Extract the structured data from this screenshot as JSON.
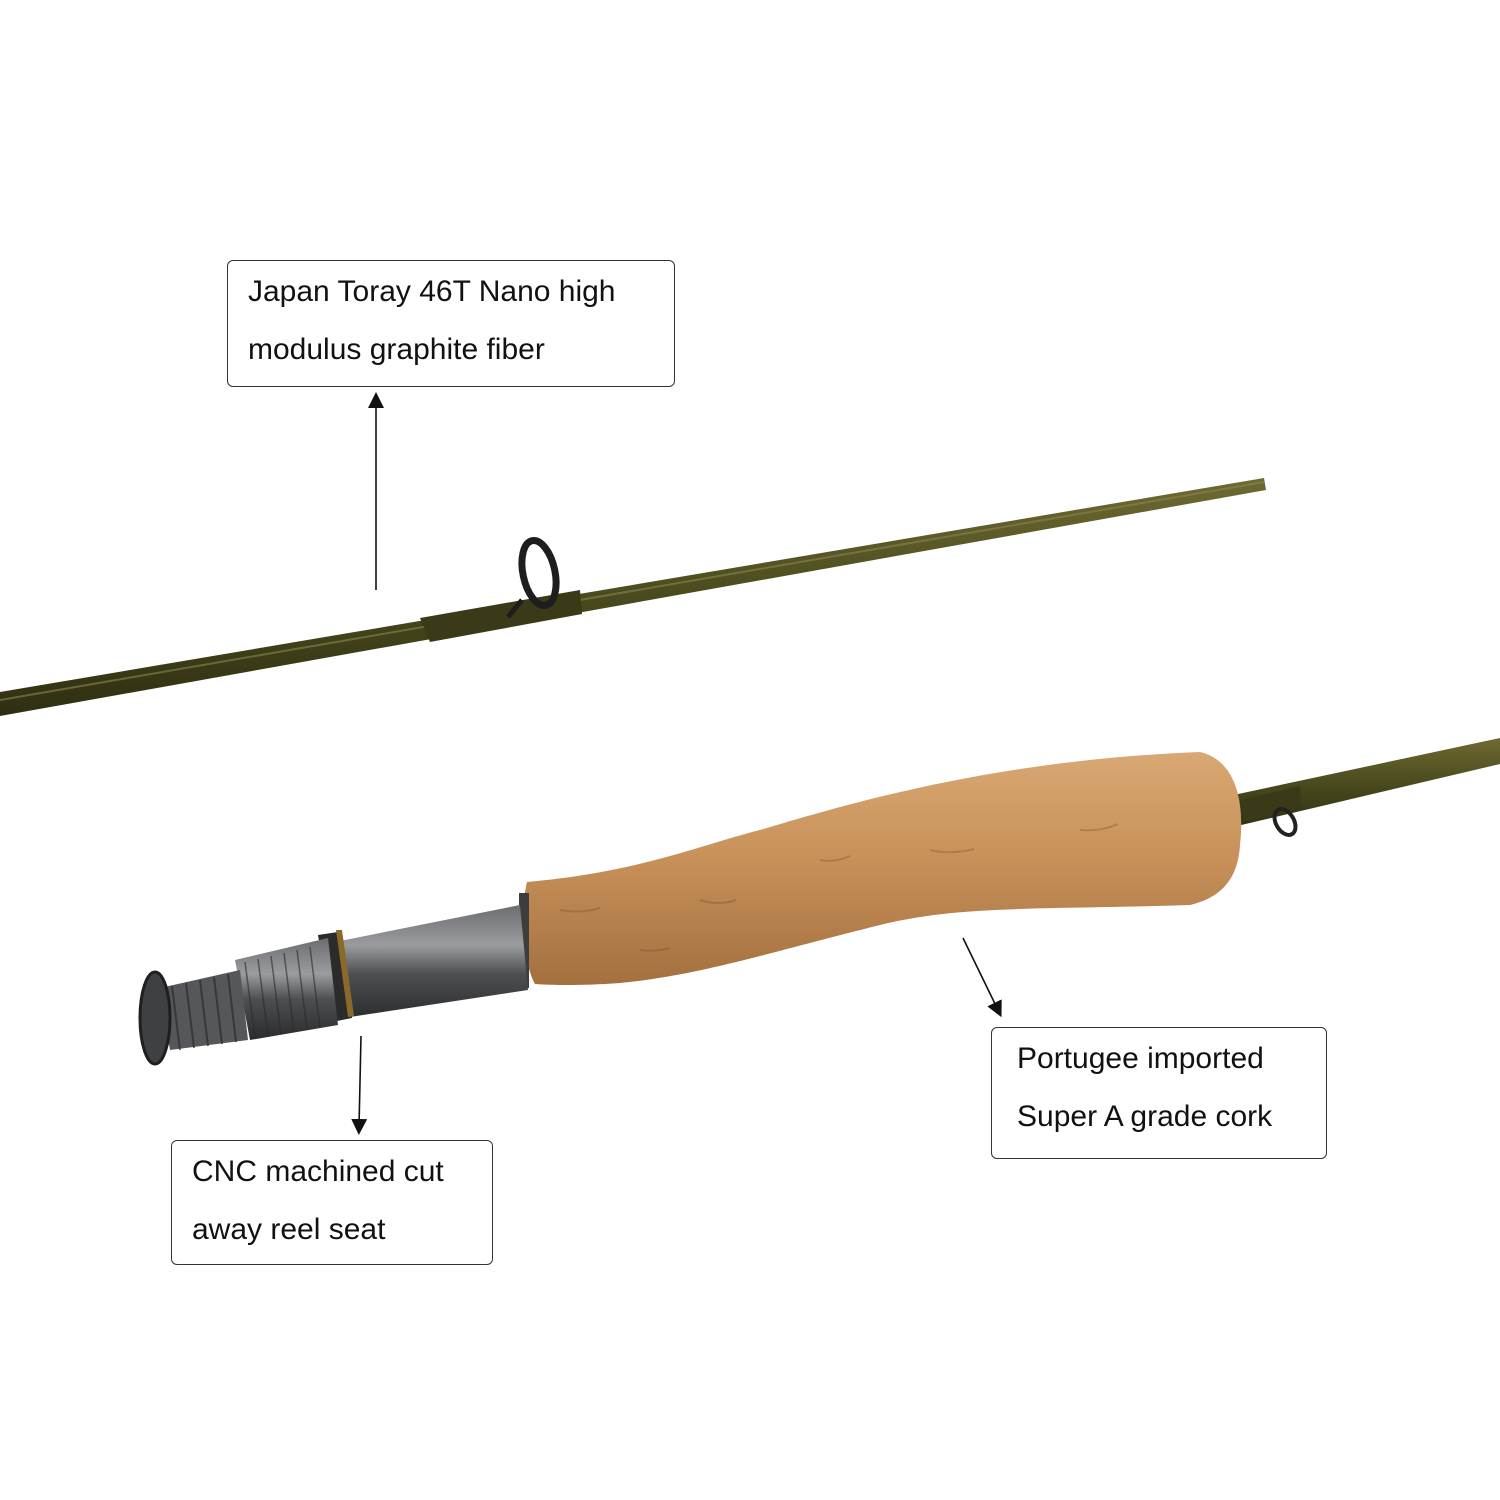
{
  "callouts": {
    "graphite": {
      "lines": [
        "Japan Toray 46T Nano high",
        "modulus graphite fiber"
      ]
    },
    "cork": {
      "lines": [
        "Portugee imported",
        "Super A grade cork"
      ]
    },
    "reel_seat": {
      "lines": [
        "CNC machined cut",
        "away reel seat"
      ]
    }
  },
  "colors": {
    "blank": "#4a4a1e",
    "cork": "#c8915a",
    "reel_seat": "#4d4f52",
    "ring_accent": "#8a6a2a",
    "arrow": "#111111"
  }
}
